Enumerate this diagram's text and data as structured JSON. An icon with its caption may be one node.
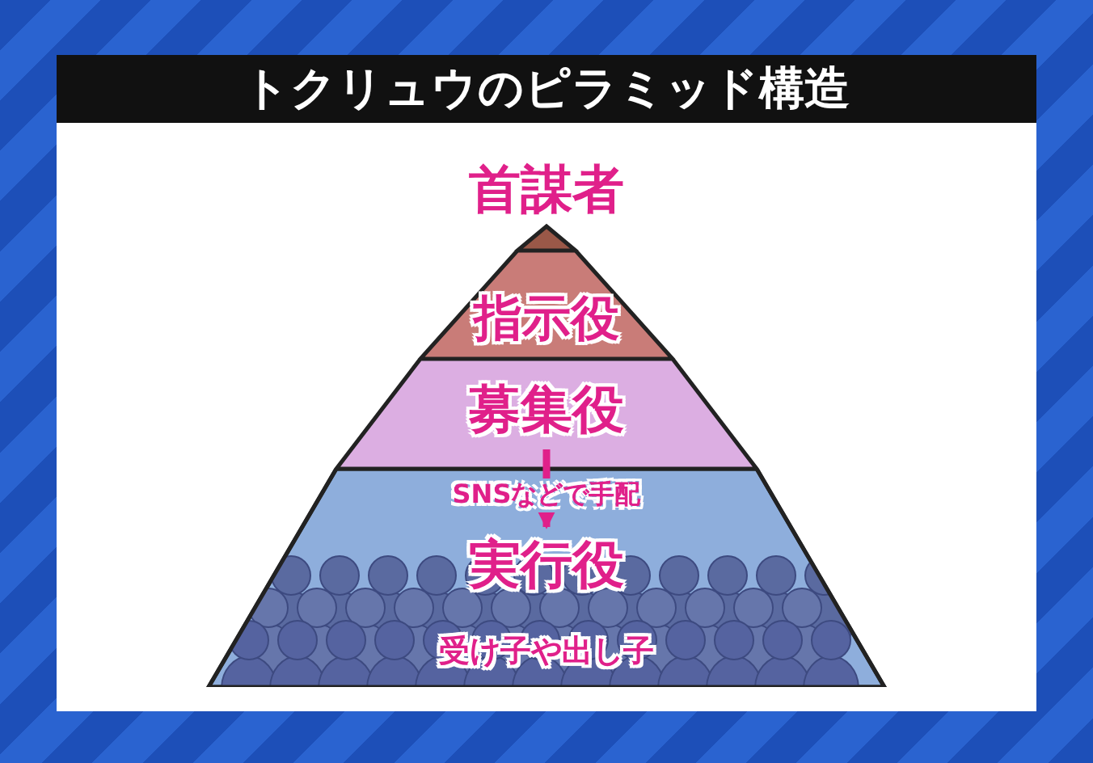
{
  "diagram": {
    "title": "トクリュウのピラミッド構造",
    "nodes": [
      {
        "text": [
          "首謀者"
        ]
      },
      {
        "text": [
          "指示役"
        ]
      },
      {
        "text": [
          "募集役"
        ]
      },
      {
        "text": [
          "実行役",
          "受け子や出し子"
        ]
      }
    ],
    "edges": [
      {
        "from": 2,
        "to": 3,
        "arrow": "to",
        "label": "SNSなどで手配"
      }
    ]
  }
}
